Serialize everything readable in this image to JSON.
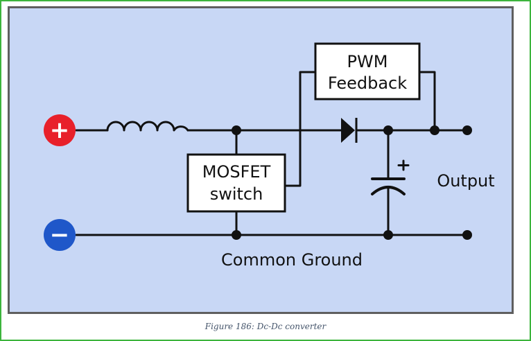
{
  "diagram": {
    "pwm_line1": "PWM",
    "pwm_line2": "Feedback",
    "mosfet_line1": "MOSFET",
    "mosfet_line2": "switch",
    "output_label": "Output",
    "ground_label": "Common Ground",
    "plus_sign": "+",
    "minus_sign": "−",
    "cap_plus": "+"
  },
  "caption": "Figure 186: Dc-Dc converter",
  "colors": {
    "background": "#c8d7f5",
    "positive_terminal": "#e8202a",
    "negative_terminal": "#1f57c9",
    "frame_border": "#3cb43c"
  }
}
